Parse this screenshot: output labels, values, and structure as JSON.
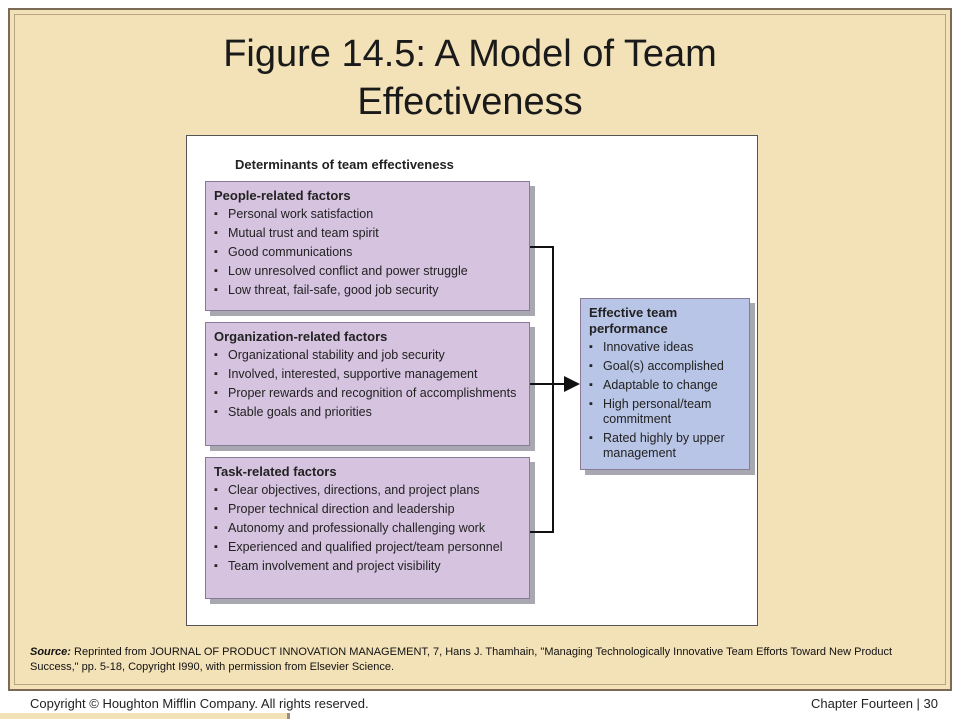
{
  "slide": {
    "title_line1": "Figure 14.5: A Model of Team",
    "title_line2": "Effectiveness"
  },
  "figure": {
    "heading": "Determinants of team effectiveness",
    "people": {
      "title": "People-related factors",
      "items": [
        "Personal work satisfaction",
        "Mutual trust and team spirit",
        "Good communications",
        "Low unresolved conflict and power struggle",
        "Low threat, fail-safe, good job security"
      ]
    },
    "organization": {
      "title": "Organization-related factors",
      "items": [
        "Organizational stability and job security",
        "Involved, interested, supportive management",
        "Proper rewards and recognition of accomplishments",
        "Stable goals and priorities"
      ]
    },
    "task": {
      "title": "Task-related factors",
      "items": [
        "Clear objectives, directions, and project plans",
        "Proper technical direction and leadership",
        "Autonomy and professionally challenging work",
        "Experienced and qualified project/team personnel",
        "Team involvement and project visibility"
      ]
    },
    "outcome": {
      "title": "Effective team performance",
      "items": [
        "Innovative ideas",
        "Goal(s) accomplished",
        "Adaptable to change",
        "High personal/team commitment",
        "Rated highly by upper management"
      ]
    }
  },
  "source": {
    "label": "Source:",
    "text": "Reprinted from JOURNAL OF PRODUCT INNOVATION MANAGEMENT, 7, Hans J. Thamhain, \"Managing Technologically Innovative Team Efforts Toward New Product Success,\" pp. 5-18, Copyright I990, with permission from Elsevier Science."
  },
  "footer": {
    "copyright": "Copyright © Houghton Mifflin Company. All rights reserved.",
    "chapter": "Chapter Fourteen | 30"
  },
  "colors": {
    "slide_bg": "#f3e2b8",
    "factor_box": "#d6c3df",
    "outcome_box": "#b9c5e6"
  }
}
